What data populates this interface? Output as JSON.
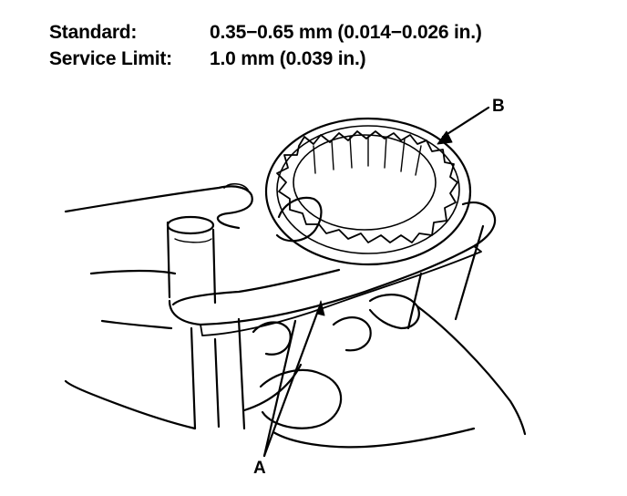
{
  "specs": {
    "standard_label": "Standard:",
    "standard_value": "0.35−0.65 mm (0.014−0.026 in.)",
    "limit_label": "Service Limit:",
    "limit_value": "1.0 mm (0.039 in.)"
  },
  "callouts": {
    "a": "A",
    "b": "B"
  },
  "colors": {
    "ink": "#000000",
    "paper": "#ffffff"
  }
}
